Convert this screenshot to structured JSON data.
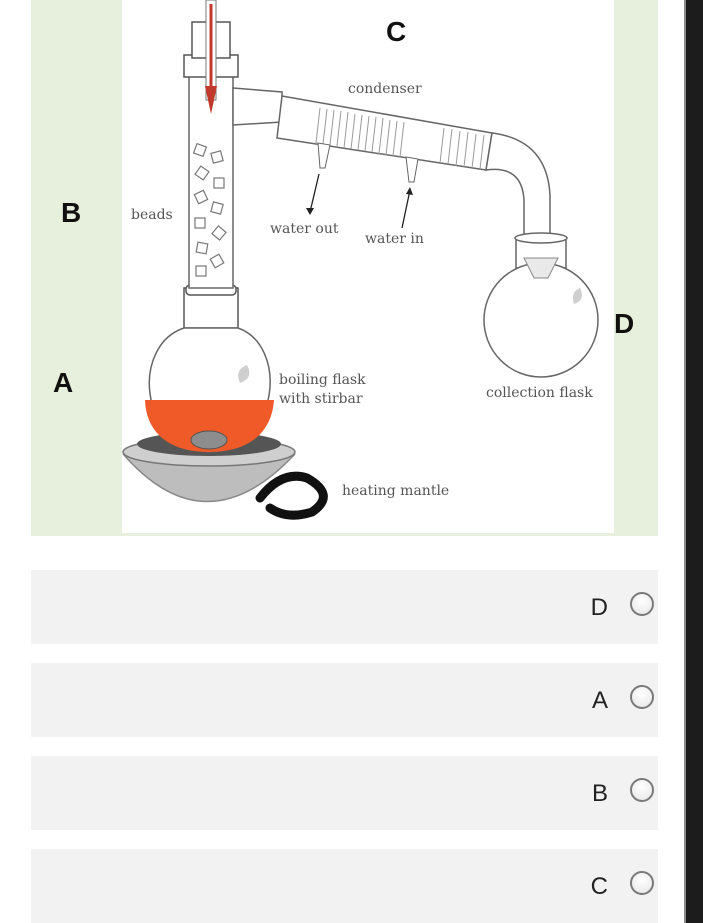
{
  "question": {
    "diagram": {
      "big_labels": {
        "a": "A",
        "b": "B",
        "c": "C",
        "d": "D"
      },
      "labels": {
        "condenser": "condenser",
        "beads": "beads",
        "water_out": "water out",
        "water_in": "water in",
        "boiling_flask_line1": "boiling flask",
        "boiling_flask_line2": "with stirbar",
        "collection_flask": "collection flask",
        "heating_mantle": "heating mantle"
      }
    },
    "options": [
      {
        "label": "D",
        "selected": false
      },
      {
        "label": "A",
        "selected": false
      },
      {
        "label": "B",
        "selected": false
      },
      {
        "label": "C",
        "selected": false
      }
    ]
  },
  "colors": {
    "panel_background": "#e7f0dc",
    "liquid": "#f05a28",
    "thermometer": "#c0392b",
    "mantle": "#bdbdbd",
    "option_background": "#f2f2f2"
  }
}
